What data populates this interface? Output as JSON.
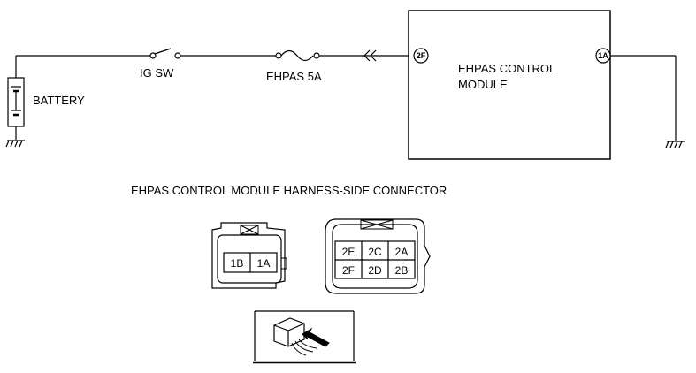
{
  "diagram": {
    "battery_label": "BATTERY",
    "switch_label": "IG SW",
    "fuse_label": "EHPAS 5A",
    "module_label_line1": "EHPAS CONTROL",
    "module_label_line2": "MODULE",
    "terminal_left": "2F",
    "terminal_right": "1A"
  },
  "connector": {
    "title": "EHPAS CONTROL MODULE HARNESS-SIDE CONNECTOR",
    "small_pins": [
      "1B",
      "1A"
    ],
    "large_pins_top": [
      "2E",
      "2C",
      "2A"
    ],
    "large_pins_bottom": [
      "2F",
      "2D",
      "2B"
    ]
  },
  "icons": {
    "view_direction": "connector-view-icon"
  }
}
